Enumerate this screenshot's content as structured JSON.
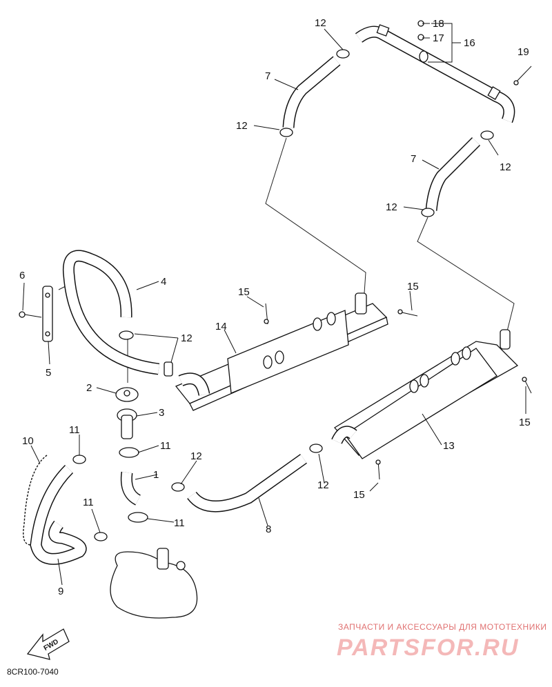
{
  "callouts": {
    "c1": "1",
    "c2": "2",
    "c3": "3",
    "c4": "4",
    "c5": "5",
    "c6": "6",
    "c7a": "7",
    "c7b": "7",
    "c8": "8",
    "c9": "9",
    "c10": "10",
    "c11a": "11",
    "c11b": "11",
    "c11c": "11",
    "c11d": "11",
    "c12a": "12",
    "c12b": "12",
    "c12c": "12",
    "c12d": "12",
    "c12e": "12",
    "c12f": "12",
    "c12g": "12",
    "c13": "13",
    "c14": "14",
    "c15a": "15",
    "c15b": "15",
    "c15c": "15",
    "c15d": "15",
    "c16": "16",
    "c17": "17",
    "c18": "18",
    "c19": "19"
  },
  "fwd_label": "FWD",
  "diagram_code": "8CR100-7040",
  "watermark": {
    "tagline": "ЗАПЧАСТИ И АКСЕССУАРЫ ДЛЯ МОТОТЕХНИКИ",
    "brand": "PARTSFOR.RU"
  }
}
